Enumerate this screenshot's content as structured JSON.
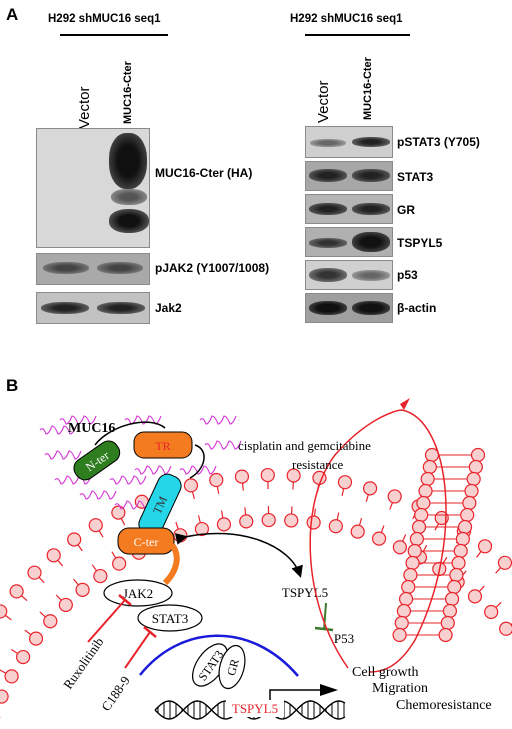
{
  "panel_a": {
    "letter": "A",
    "left": {
      "header": "H292 shMUC16 seq1",
      "lanes": [
        "Vector",
        "MUC16-Cter"
      ],
      "blots": [
        {
          "label": "MUC16-Cter (HA)"
        },
        {
          "label": "pJAK2 (Y1007/1008)"
        },
        {
          "label": "Jak2"
        }
      ]
    },
    "right": {
      "header": "H292 shMUC16 seq1",
      "lanes": [
        "Vector",
        "MUC16-Cter"
      ],
      "blots": [
        {
          "label": "pSTAT3 (Y705)"
        },
        {
          "label": "STAT3"
        },
        {
          "label": "GR"
        },
        {
          "label": "TSPYL5"
        },
        {
          "label": "p53"
        },
        {
          "label": "β-actin"
        }
      ]
    }
  },
  "panel_b": {
    "letter": "B",
    "muc16_label": "MUC16",
    "n_ter": "N-ter",
    "tr": "TR",
    "tm": "TM",
    "c_ter": "C-ter",
    "jak2": "JAK2",
    "stat3_upper": "STAT3",
    "stat3_lower": "STAT3",
    "gr": "GR",
    "tspyl5_gene": "TSPYL5",
    "tspyl5_protein": "TSPYL5",
    "p53": "P53",
    "ruxolitinib": "Ruxolitinib",
    "c188": "C188-9",
    "resistance_line1": "cisplatin and gemcitabine",
    "resistance_line2": "resistance",
    "outcome_1": "Cell growth",
    "outcome_2": "Migration",
    "outcome_3": "Chemoresistance",
    "colors": {
      "membrane": "#e8232b",
      "n_ter_fill": "#2e7d1f",
      "tr_fill": "#f47b20",
      "tm_fill": "#25d6e8",
      "c_ter_fill": "#f47b20",
      "glycan": "#d63ad6",
      "inhibit": "#e8232b",
      "blue_arc": "#1a1adb",
      "p53_line": "#3a7a2a",
      "gene_text": "#e8232b"
    }
  }
}
